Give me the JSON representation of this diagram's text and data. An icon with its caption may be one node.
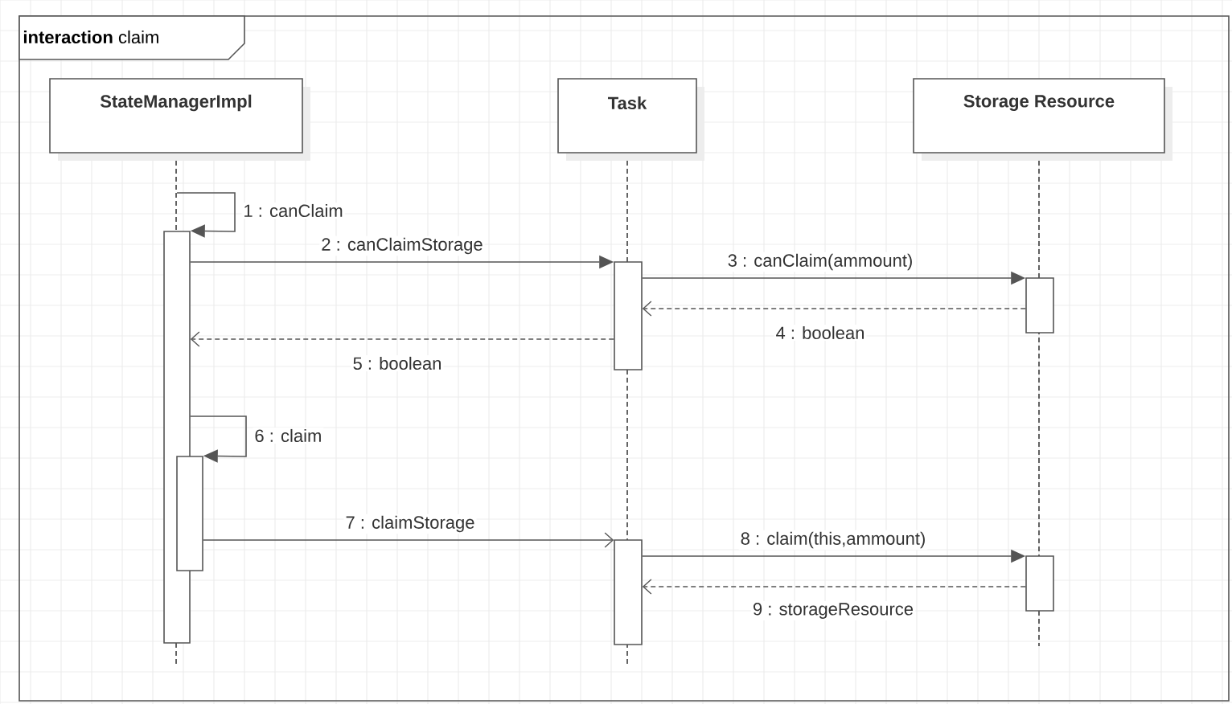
{
  "diagram": {
    "nodes": [
      {
        "text": [
          "**interaction** claim"
        ]
      },
      {
        "text": [
          "StateManagerImpl"
        ],
        "in": 0
      },
      {
        "text": [
          "Task"
        ],
        "in": 0
      },
      {
        "text": [
          "Storage Resource"
        ],
        "in": 0
      },
      {
        "text": [],
        "shape": "bar",
        "in": 0
      },
      {
        "text": [],
        "shape": "bar",
        "in": 0
      },
      {
        "text": [],
        "shape": "bar",
        "in": 0
      },
      {
        "text": [],
        "shape": "bar",
        "in": 0
      },
      {
        "text": [],
        "shape": "bar",
        "in": 0
      },
      {
        "text": [],
        "shape": "bar",
        "in": 0
      }
    ],
    "edges": [
      {
        "from": null,
        "to": 4,
        "arrow": "to",
        "label": "1 : canClaim"
      },
      {
        "from": 4,
        "to": 6,
        "arrow": "to",
        "label": "2 : canClaimStorage"
      },
      {
        "from": 6,
        "to": 8,
        "arrow": "to",
        "label": "3 : canClaim(ammount)"
      },
      {
        "from": 8,
        "to": 6,
        "arrow": "to",
        "label": "4 : boolean",
        "style": "dashed"
      },
      {
        "from": 6,
        "to": 4,
        "arrow": "to",
        "label": "5 : boolean",
        "style": "dashed"
      },
      {
        "from": 4,
        "to": 5,
        "arrow": "to",
        "label": "6 : claim"
      },
      {
        "from": 5,
        "to": 7,
        "arrow": "to",
        "label": "7 : claimStorage"
      },
      {
        "from": 7,
        "to": 9,
        "arrow": "to",
        "label": "8 : claim(this,ammount)"
      },
      {
        "from": 9,
        "to": 7,
        "arrow": "to",
        "label": "9 : storageResource",
        "style": "dashed"
      }
    ]
  }
}
